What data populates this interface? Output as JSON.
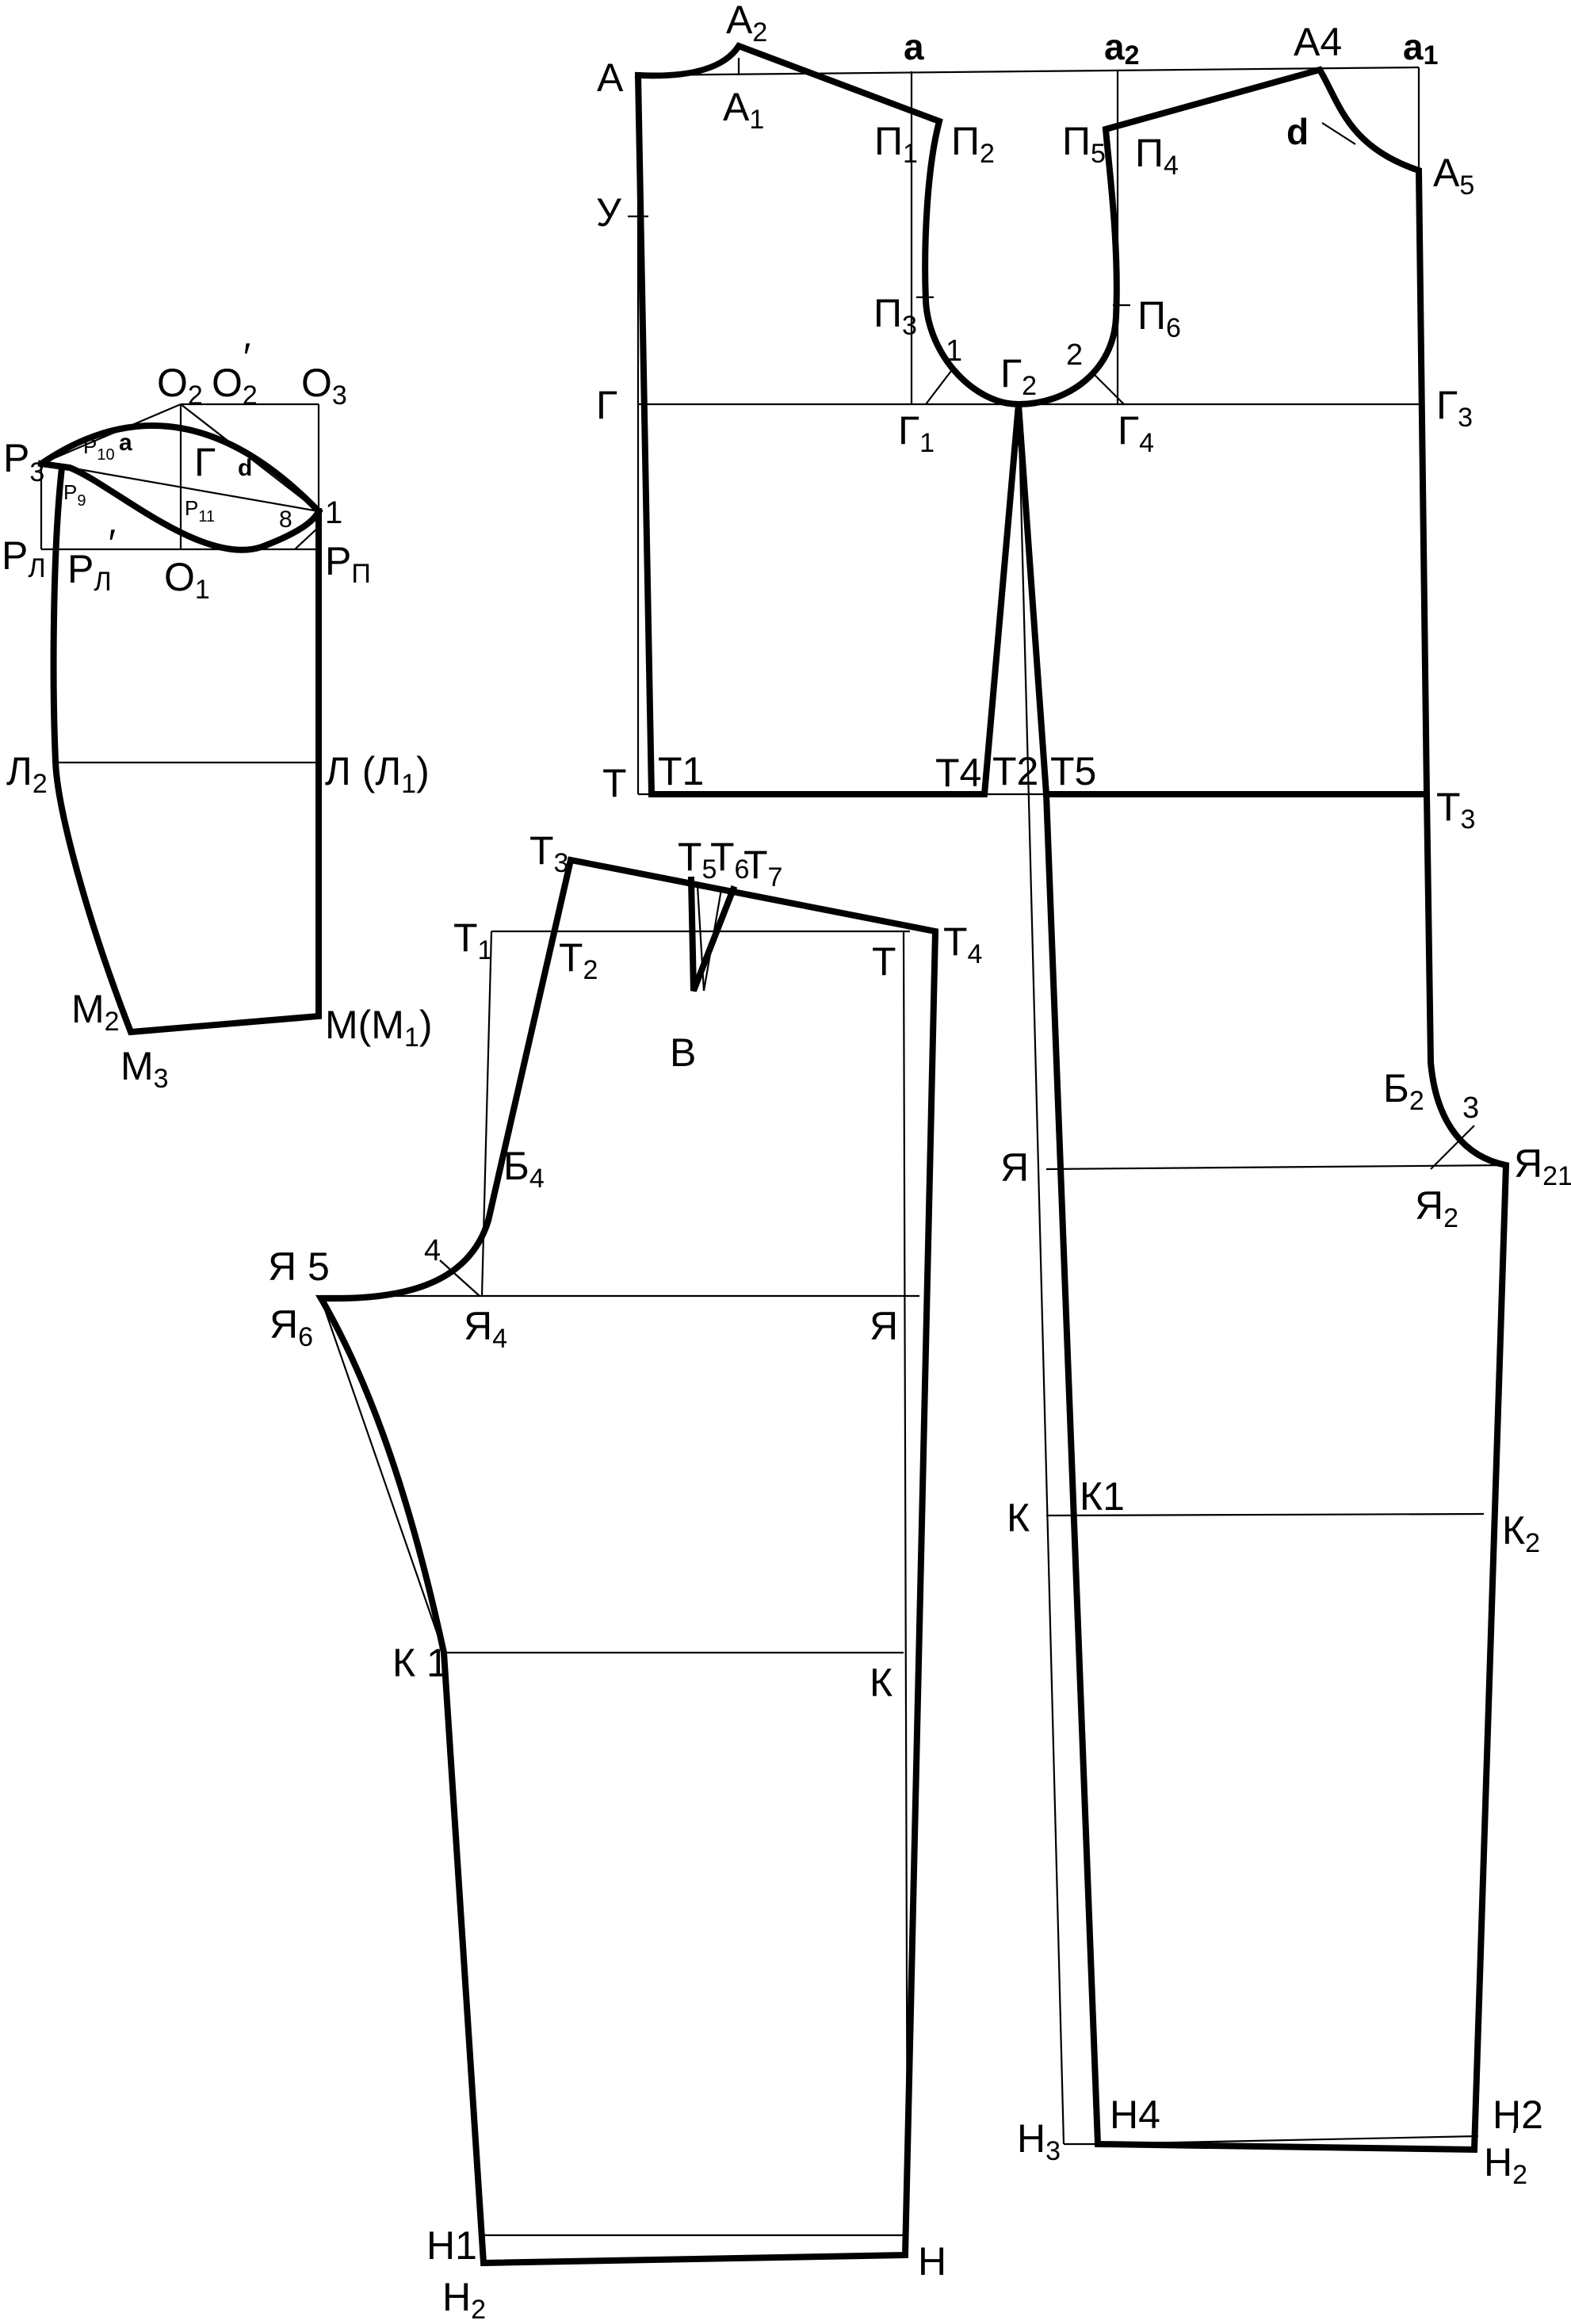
{
  "sleeve": {
    "labels": {
      "P3": "Р",
      "P3_sub": "3",
      "P10": "Р",
      "P10_sub": "10",
      "a": "a",
      "P9": "Р",
      "P9_sub": "9",
      "O2": "О",
      "O2_sub": "2",
      "O2p": "О",
      "O2p_sub": "2",
      "O2p_prime": "′",
      "O3": "О",
      "O3_sub": "3",
      "G": "Г",
      "d": "d",
      "P11": "Р",
      "P11_sub": "11",
      "n8": "8",
      "n1": "1",
      "PL": "Р",
      "PL_sub": "Л",
      "PLp": "Р",
      "PLp_sub": "Л",
      "PLp_prime": "′",
      "O1": "О",
      "O1_sub": "1",
      "PP": "Р",
      "PP_sub": "П",
      "L2": "Л",
      "L2_sub": "2",
      "LL1": "Л (Л",
      "LL1_sub": "1",
      "LL1_end": ")",
      "M2": "М",
      "M2_sub": "2",
      "M3": "М",
      "M3_sub": "3",
      "MM1": "М(М",
      "MM1_sub": "1",
      "MM1_end": ")"
    }
  },
  "bodice": {
    "labels": {
      "A": "А",
      "A2": "А",
      "A2_sub": "2",
      "A1": "А",
      "A1_sub": "1",
      "a": "а",
      "a2": "а",
      "a2_sub": "2",
      "A4": "А4",
      "a1": "а",
      "a1_sub": "1",
      "P1": "П",
      "P1_sub": "1",
      "P2": "П",
      "P2_sub": "2",
      "P5": "П",
      "P5_sub": "5",
      "P4": "П",
      "P4_sub": "4",
      "d": "d",
      "A5": "А",
      "A5_sub": "5",
      "U": "У",
      "P3": "П",
      "P3_sub": "3",
      "P6": "П",
      "P6_sub": "6",
      "n1": "1",
      "n2": "2",
      "G": "Г",
      "G2": "Г",
      "G2_sub": "2",
      "G1": "Г",
      "G1_sub": "1",
      "G4": "Г",
      "G4_sub": "4",
      "G3": "Г",
      "G3_sub": "3",
      "T": "Т",
      "T1": "Т1",
      "T4": "Т4",
      "T2": "Т2",
      "T5": "Т5",
      "T3": "Т",
      "T3_sub": "3"
    }
  },
  "front_trouser": {
    "labels": {
      "T3": "Т",
      "T3_sub": "3",
      "T5": "Т",
      "T5_sub": "5",
      "T6": "Т",
      "T6_sub": "6",
      "T7": "Т",
      "T7_sub": "7",
      "T1": "Т",
      "T1_sub": "1",
      "T2": "Т",
      "T2_sub": "2",
      "T": "Т",
      "T4": "Т",
      "T4_sub": "4",
      "V": "В",
      "B4": "Б",
      "B4_sub": "4",
      "Ya5": "Я 5",
      "n4": "4",
      "Ya6": "Я",
      "Ya6_sub": "6",
      "Ya4": "Я",
      "Ya4_sub": "4",
      "Ya": "Я",
      "K1": "К 1",
      "K": "К",
      "N1": "Н1",
      "N2": "Н",
      "N2_sub": "2",
      "N": "Н"
    }
  },
  "back_trouser": {
    "labels": {
      "B2": "Б",
      "B2_sub": "2",
      "n3": "3",
      "Ya": "Я",
      "Ya2": "Я",
      "Ya2_sub": "2",
      "Ya21": "Я",
      "Ya21_sub": "21",
      "K": "К",
      "K1": "К1",
      "K2": "К",
      "K2_sub": "2",
      "N3": "Н",
      "N3_sub": "3",
      "N4": "Н4",
      "H2": "Н2",
      "H2p": "Н",
      "H2p_sub": "2",
      "H2p_prime": "′"
    }
  }
}
